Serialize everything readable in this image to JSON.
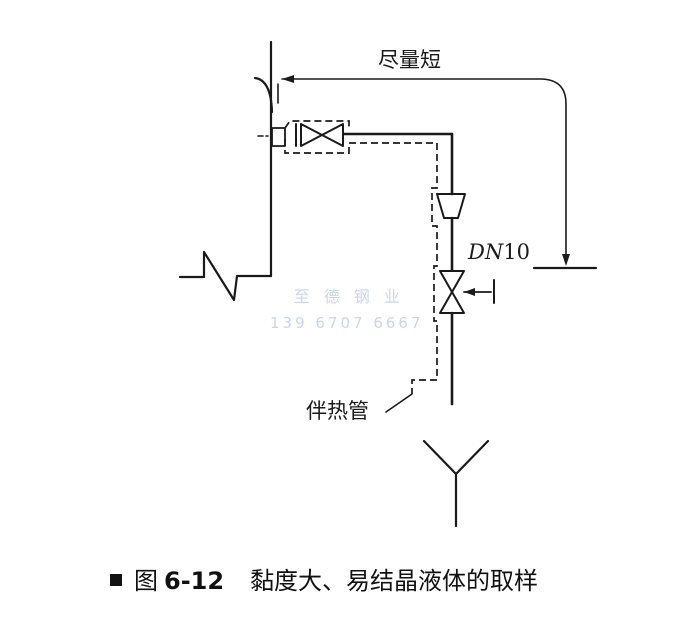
{
  "labels": {
    "shortest": "尽量短",
    "dn_italic": "DN",
    "dn_number": "10",
    "tracer": "伴热管"
  },
  "watermark": {
    "line1": "至德钢业",
    "line2": "139 6707 6667"
  },
  "caption": {
    "prefix": "图",
    "number": "6-12",
    "text": "黏度大、易结晶液体的取样"
  },
  "colors": {
    "ink": "#1a1a1a",
    "watermark": "#c9d6ec"
  }
}
